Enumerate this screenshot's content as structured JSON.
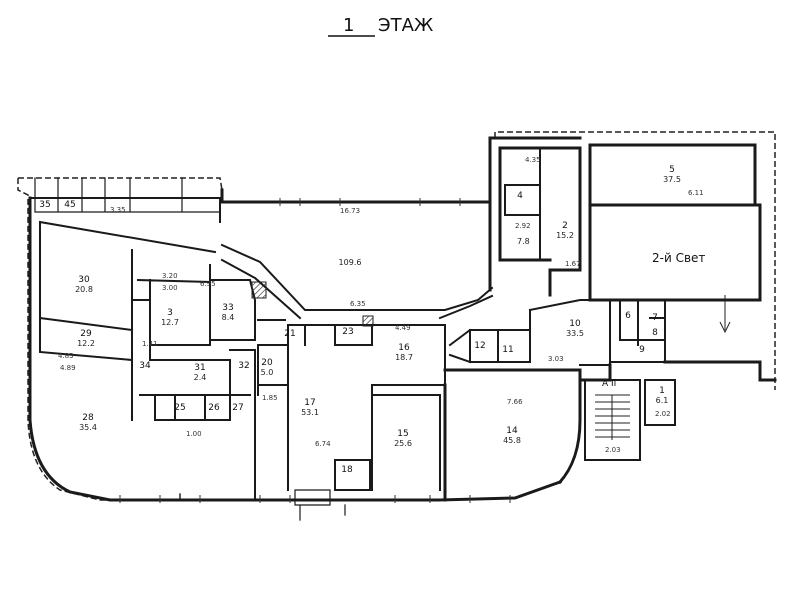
{
  "title": {
    "number": "1",
    "word": "ЭТАЖ"
  },
  "rooms": [
    {
      "id": "r1",
      "num": "1",
      "area": "6.1"
    },
    {
      "id": "r2",
      "num": "2",
      "area": "15.2"
    },
    {
      "id": "r4",
      "num": "4",
      "area": ""
    },
    {
      "id": "r5",
      "num": "5",
      "area": "37.5"
    },
    {
      "id": "r10",
      "num": "10",
      "area": "33.5"
    },
    {
      "id": "r11",
      "num": "11",
      "area": ""
    },
    {
      "id": "r12",
      "num": "12",
      "area": ""
    },
    {
      "id": "r14",
      "num": "14",
      "area": "45.8"
    },
    {
      "id": "r15",
      "num": "15",
      "area": "25.6"
    },
    {
      "id": "r16",
      "num": "16",
      "area": "18.7"
    },
    {
      "id": "r17",
      "num": "17",
      "area": "53.1"
    },
    {
      "id": "r18",
      "num": "18",
      "area": ""
    },
    {
      "id": "r19",
      "num": "",
      "area": "109.6"
    },
    {
      "id": "r20",
      "num": "20",
      "area": "5.0"
    },
    {
      "id": "r21",
      "num": "21",
      "area": ""
    },
    {
      "id": "r23",
      "num": "23",
      "area": ""
    },
    {
      "id": "r25",
      "num": "25",
      "area": ""
    },
    {
      "id": "r26",
      "num": "26",
      "area": ""
    },
    {
      "id": "r27",
      "num": "27",
      "area": ""
    },
    {
      "id": "r28",
      "num": "28",
      "area": "35.4"
    },
    {
      "id": "r29",
      "num": "29",
      "area": "12.2"
    },
    {
      "id": "r30",
      "num": "30",
      "area": "20.8"
    },
    {
      "id": "r31",
      "num": "31",
      "area": "2.4"
    },
    {
      "id": "r32",
      "num": "32",
      "area": ""
    },
    {
      "id": "r33",
      "num": "33",
      "area": "8.4"
    },
    {
      "id": "r34",
      "num": "34",
      "area": ""
    },
    {
      "id": "r35",
      "num": "35",
      "area": ""
    },
    {
      "id": "r45",
      "num": "45",
      "area": ""
    },
    {
      "id": "r3",
      "num": "3",
      "area": "12.7"
    },
    {
      "id": "r9",
      "num": "9",
      "area": ""
    },
    {
      "id": "r6",
      "num": "6",
      "area": ""
    },
    {
      "id": "r7",
      "num": "7",
      "area": ""
    },
    {
      "id": "r8",
      "num": "8",
      "area": ""
    }
  ],
  "labels": {
    "second_light": "2-й Свет",
    "stair_mark": "А II",
    "top_small": "2.92",
    "top_small_area": "7.8"
  },
  "dimensions": [
    {
      "id": "d1",
      "text": "4.35"
    },
    {
      "id": "d2",
      "text": "6.11"
    },
    {
      "id": "d3",
      "text": "16.73"
    },
    {
      "id": "d4",
      "text": "6.35"
    },
    {
      "id": "d5",
      "text": "4.49"
    },
    {
      "id": "d6",
      "text": "3.20"
    },
    {
      "id": "d7",
      "text": "3.00"
    },
    {
      "id": "d8",
      "text": "4.83"
    },
    {
      "id": "d9",
      "text": "4.89"
    },
    {
      "id": "d10",
      "text": "1.00"
    },
    {
      "id": "d11",
      "text": "1.85"
    },
    {
      "id": "d12",
      "text": "1.67"
    },
    {
      "id": "d13",
      "text": "3.03"
    },
    {
      "id": "d14",
      "text": "2.02"
    },
    {
      "id": "d15",
      "text": "2.03"
    },
    {
      "id": "d16",
      "text": "7.66"
    },
    {
      "id": "d17",
      "text": "6.95"
    },
    {
      "id": "d18",
      "text": "6.74"
    },
    {
      "id": "d19",
      "text": "1.41"
    },
    {
      "id": "d20",
      "text": "3.35"
    }
  ]
}
